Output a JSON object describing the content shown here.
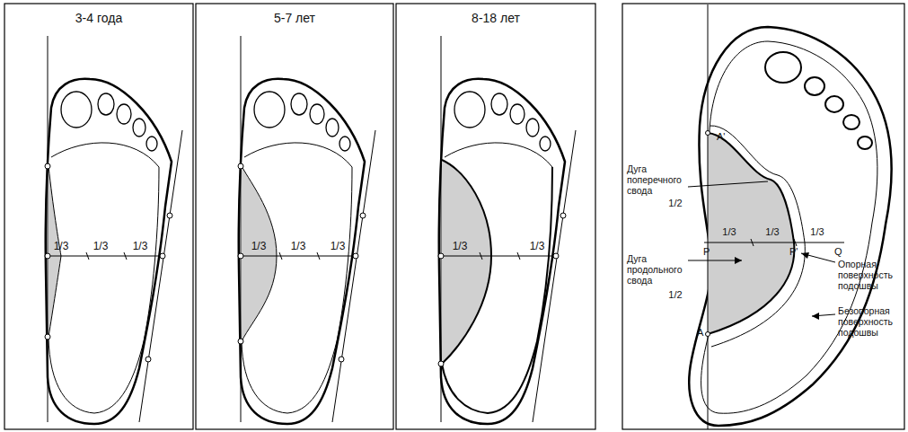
{
  "diagram": {
    "labels": [
      "3-4 года",
      "1/3",
      "1/3",
      "1/3",
      "5-7 лет",
      "1/3",
      "1/3",
      "1/3",
      "8-18 лет",
      "1/3",
      "1/3",
      "A'",
      "Дуга поперечного свода",
      "1/2",
      "1/3",
      "1/3",
      "1/3",
      "P",
      "P'",
      "Q",
      "Опорная поверхность подошвы",
      "Дуга продольного свода",
      "1/2",
      "Безопорная поверхность подошвы",
      "A"
    ]
  }
}
